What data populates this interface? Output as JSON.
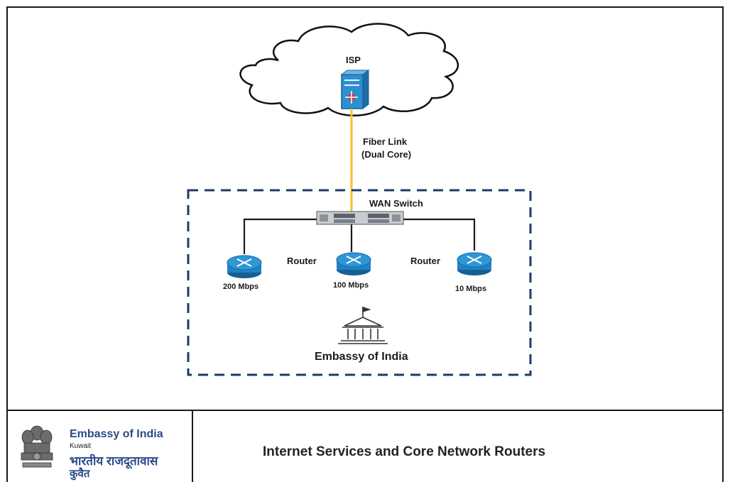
{
  "diagram": {
    "isp_label": "ISP",
    "fiber_label_line1": "Fiber Link",
    "fiber_label_line2": "(Dual Core)",
    "wan_switch_label": "WAN Switch",
    "router_label_left": "Router",
    "router_label_right": "Router",
    "routers": [
      {
        "speed": "200 Mbps"
      },
      {
        "speed": "100 Mbps"
      },
      {
        "speed": "10 Mbps"
      }
    ],
    "building_label": "Embassy of India"
  },
  "footer": {
    "org_name_en": "Embassy of India",
    "org_city": "Kuwait",
    "org_name_hi": "भारतीय राजदूतावास",
    "org_city_hi": "कुवैत",
    "title": "Internet Services and Core Network Routers"
  },
  "colors": {
    "fiber": "#f2c230",
    "router": "#1f82c4",
    "dashed_border": "#1e3a6b",
    "brand_text": "#2b4a8a"
  }
}
